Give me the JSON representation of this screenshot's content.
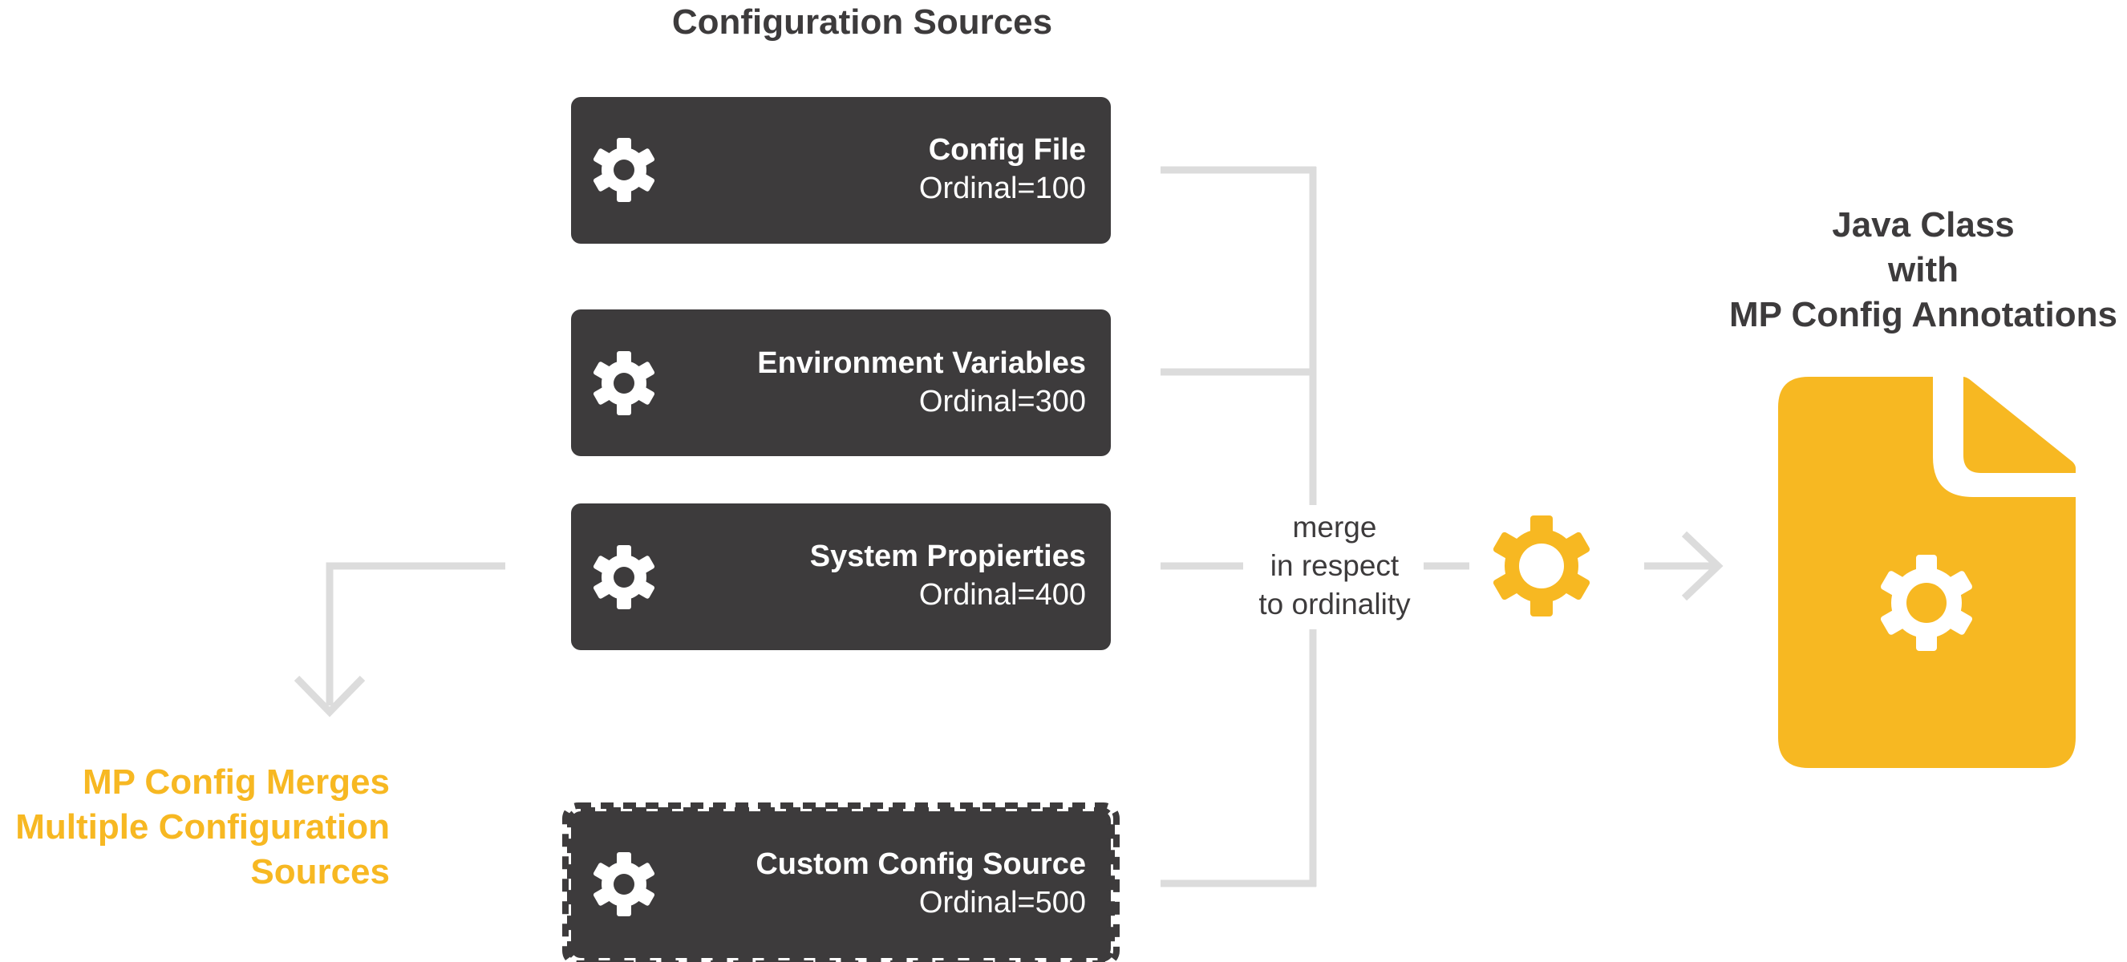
{
  "header": {
    "title": "Configuration Sources"
  },
  "sources": [
    {
      "title": "Config File",
      "ordinal": "Ordinal=100",
      "icon": "gear-icon"
    },
    {
      "title": "Environment Variables",
      "ordinal": "Ordinal=300",
      "icon": "gear-icon"
    },
    {
      "title": "System Propierties",
      "ordinal": "Ordinal=400",
      "icon": "gear-icon"
    },
    {
      "title": "Custom Config Source",
      "ordinal": "Ordinal=500",
      "icon": "gear-icon",
      "border": "dashed"
    }
  ],
  "merge": {
    "line1": "merge",
    "line2": "in respect",
    "line3": "to ordinality",
    "icon": "gear-icon"
  },
  "target": {
    "line1": "Java Class",
    "line2": "with",
    "line3": "MP Config Annotations",
    "icon": "file-icon"
  },
  "note": {
    "line1": "MP Config Merges",
    "line2": "Multiple Configuration",
    "line3": "Sources"
  },
  "colors": {
    "box": "#3d3b3c",
    "accent": "#f7b822",
    "connector": "#dcdcdc",
    "text_dark": "#3d3b3c"
  }
}
